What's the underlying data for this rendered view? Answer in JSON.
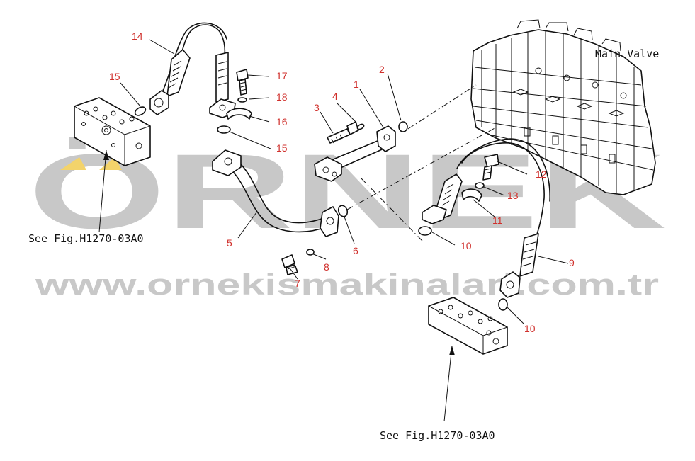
{
  "watermark": {
    "big": "ÖRNEK",
    "url": "www.ornekismakinalari.com.tr",
    "accent_color": "#f3d36b",
    "text_color": "#c8c8c8"
  },
  "labels": {
    "main_valve": "Main Valve",
    "see_fig_left": "See Fig.H1270-03A0",
    "see_fig_bottom": "See Fig.H1270-03A0"
  },
  "part_numbers": {
    "p1": "1",
    "p2": "2",
    "p3": "3",
    "p4": "4",
    "p5": "5",
    "p6": "6",
    "p7": "7",
    "p8": "8",
    "p9": "9",
    "p10a": "10",
    "p10b": "10",
    "p11": "11",
    "p12": "12",
    "p13": "13",
    "p14": "14",
    "p15a": "15",
    "p15b": "15",
    "p16": "16",
    "p17": "17",
    "p18": "18"
  },
  "colors": {
    "part_number": "#d0302c",
    "line_art": "#111111"
  }
}
